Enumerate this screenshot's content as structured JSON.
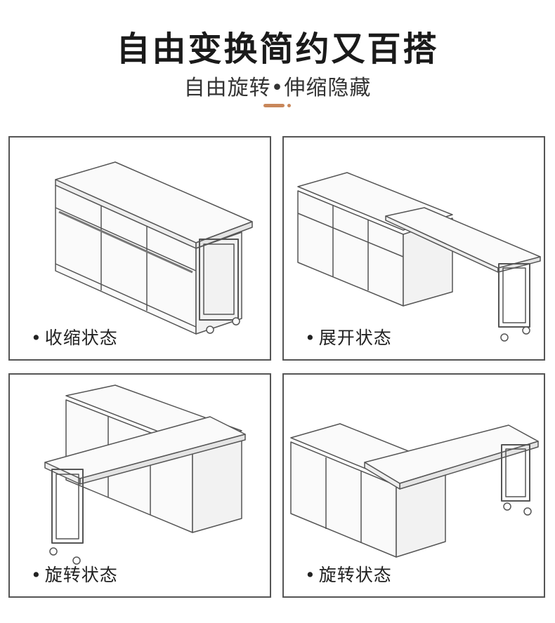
{
  "header": {
    "title": "自由变换简约又百搭",
    "subtitle": "自由旋转•伸缩隐藏"
  },
  "colors": {
    "accent": "#c8875a",
    "line": "#555555",
    "surface": "#fafafa",
    "shadow": "#e4e4e4"
  },
  "panels": [
    {
      "caption": "收缩状态",
      "state": "retracted"
    },
    {
      "caption": "展开状态",
      "state": "extended"
    },
    {
      "caption": "旋转状态",
      "state": "rotated-left"
    },
    {
      "caption": "旋转状态",
      "state": "rotated-right"
    }
  ],
  "bullet": "•"
}
